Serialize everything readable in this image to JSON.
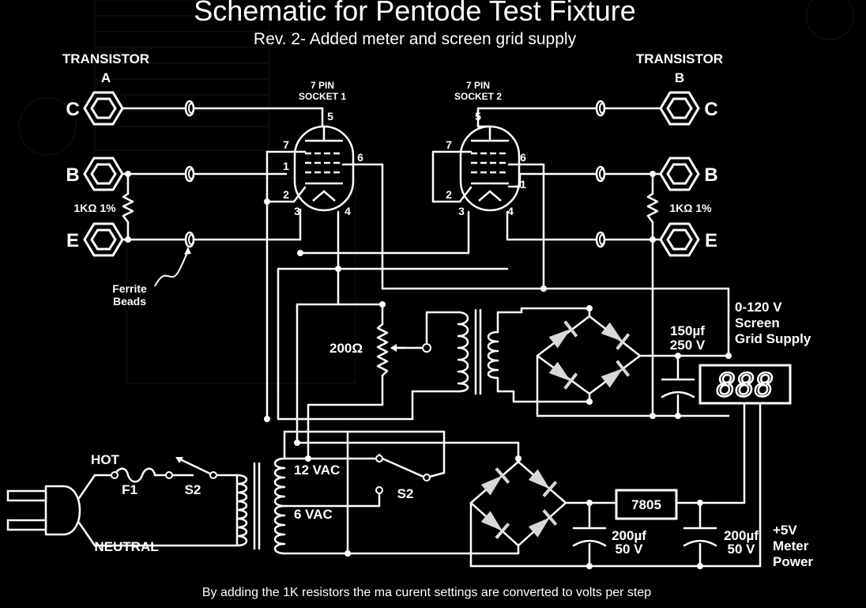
{
  "title": "Schematic for Pentode Test Fixture",
  "subtitle": "Rev. 2- Added meter and screen grid supply",
  "caption": "By adding the 1K resistors the ma curent settings are converted to volts per step",
  "transistor_a": {
    "title": "TRANSISTOR",
    "letter": "A"
  },
  "transistor_b": {
    "title": "TRANSISTOR",
    "letter": "B"
  },
  "terminals": {
    "c": "C",
    "b": "B",
    "e": "E"
  },
  "socket1": {
    "line1": "7 PIN",
    "line2": "SOCKET 1"
  },
  "socket2": {
    "line1": "7 PIN",
    "line2": "SOCKET 2"
  },
  "pins": {
    "p1": "1",
    "p2": "2",
    "p3": "3",
    "p4": "4",
    "p5": "5",
    "p6": "6",
    "p7": "7"
  },
  "resistor_1k": "1KΩ 1%",
  "ferrite_label": {
    "line1": "Ferrite",
    "line2": "Beads"
  },
  "pot_label": "200Ω",
  "screen_supply": {
    "line1": "0-120 V",
    "line2": "Screen",
    "line3": "Grid Supply"
  },
  "cap_150": {
    "line1": "150µf",
    "line2": "250 V"
  },
  "meter_display": "888",
  "hot_label": "HOT",
  "neutral_label": "NEUTRAL",
  "fuse_label": "F1",
  "switch1_label": "S2",
  "switch2_label": "S2",
  "tap_12": "12 VAC",
  "tap_6": "6 VAC",
  "regulator": "7805",
  "cap_200a": {
    "line1": "200µf",
    "line2": "50 V"
  },
  "cap_200b": {
    "line1": "200µf",
    "line2": "50 V"
  },
  "meter_power": {
    "line1": "+5V",
    "line2": "Meter",
    "line3": "Power"
  }
}
